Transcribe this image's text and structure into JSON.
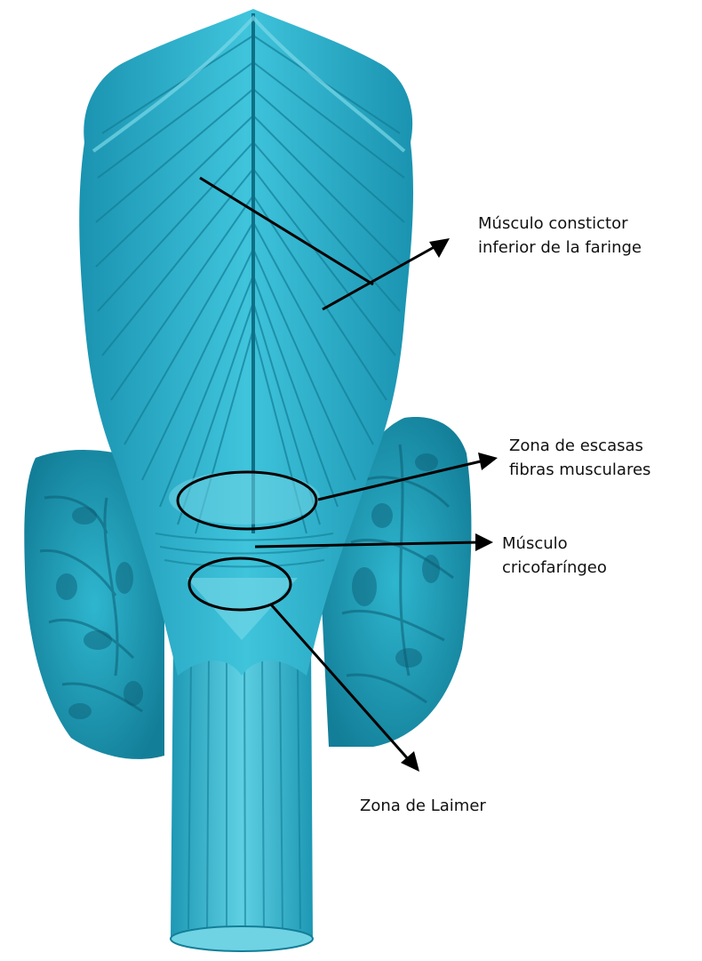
{
  "labels": {
    "constrictor": [
      "Músculo constictor",
      "inferior de la faringe"
    ],
    "escasas": [
      "Zona de escasas",
      "fibras musculares"
    ],
    "cricofaringeo": [
      "Músculo",
      "cricofaríngeo"
    ],
    "laimer": [
      "Zona de Laimer"
    ]
  },
  "colors": {
    "tissue_main": "#2bb4cf",
    "tissue_light": "#6fd3e4",
    "tissue_dark": "#0e6f86",
    "fiber_line": "#177f98",
    "annotation": "#000000"
  }
}
